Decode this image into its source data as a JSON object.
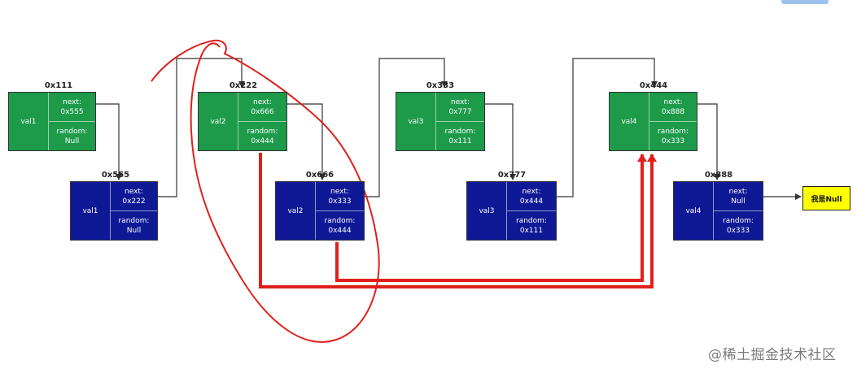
{
  "nodes": [
    {
      "id": "g1",
      "color": "green",
      "addr": "0x111",
      "val": "val1",
      "next_label": "next:",
      "next": "0x555",
      "random_label": "random:",
      "random": "Null"
    },
    {
      "id": "b1",
      "color": "blue",
      "addr": "0x555",
      "val": "val1",
      "next_label": "next:",
      "next": "0x222",
      "random_label": "random:",
      "random": "Null"
    },
    {
      "id": "g2",
      "color": "green",
      "addr": "0x222",
      "val": "val2",
      "next_label": "next:",
      "next": "0x666",
      "random_label": "random:",
      "random": "0x444"
    },
    {
      "id": "b2",
      "color": "blue",
      "addr": "0x666",
      "val": "val2",
      "next_label": "next:",
      "next": "0x333",
      "random_label": "random:",
      "random": "0x444"
    },
    {
      "id": "g3",
      "color": "green",
      "addr": "0x333",
      "val": "val3",
      "next_label": "next:",
      "next": "0x777",
      "random_label": "random:",
      "random": "0x111"
    },
    {
      "id": "b3",
      "color": "blue",
      "addr": "0x777",
      "val": "val3",
      "next_label": "next:",
      "next": "0x444",
      "random_label": "random:",
      "random": "0x111"
    },
    {
      "id": "g4",
      "color": "green",
      "addr": "0x444",
      "val": "val4",
      "next_label": "next:",
      "next": "0x888",
      "random_label": "random:",
      "random": "0x333"
    },
    {
      "id": "b4",
      "color": "blue",
      "addr": "0x888",
      "val": "val4",
      "next_label": "next:",
      "next": "Null",
      "random_label": "random:",
      "random": "0x333"
    }
  ],
  "null_box": "我是Null",
  "watermark": "@稀土掘金技术社区",
  "colors": {
    "green_node": "#1d9b4a",
    "blue_node": "#0f1996",
    "random_arrow": "#e0201b",
    "annotation": "#e0201b",
    "null_box": "#ffff00",
    "next_arrow": "#333333"
  }
}
